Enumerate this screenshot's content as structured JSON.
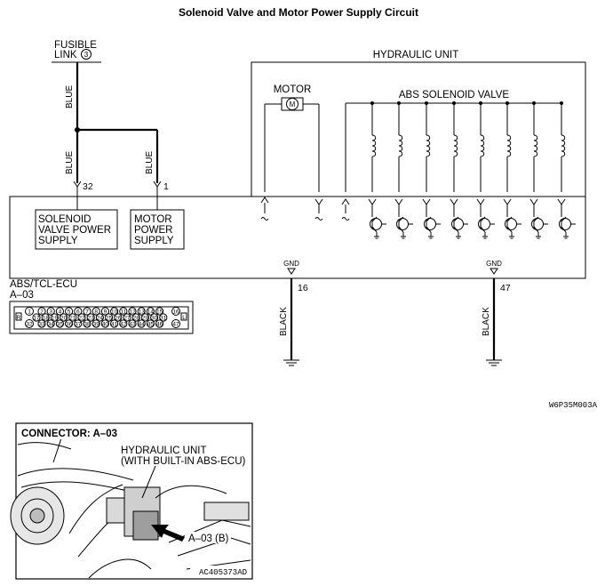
{
  "title": "Solenoid Valve and Motor Power Supply Circuit",
  "fusible_link": {
    "line1": "FUSIBLE",
    "line2": "LINK",
    "number": "3"
  },
  "wires": {
    "blue_top": "BLUE",
    "blue_left": "BLUE",
    "blue_right": "BLUE",
    "black_left": "BLACK",
    "black_right": "BLACK"
  },
  "pins": {
    "p32": "32",
    "p1": "1",
    "p16": "16",
    "p47": "47"
  },
  "hydraulic_unit": "HYDRAULIC UNIT",
  "motor": "MOTOR",
  "motor_symbol": "M",
  "abs_solenoid_valve": "ABS SOLENOID VALVE",
  "solenoid_supply": {
    "line1": "SOLENOID",
    "line2": "VALVE POWER",
    "line3": "SUPPLY"
  },
  "motor_supply": {
    "line1": "MOTOR",
    "line2": "POWER",
    "line3": "SUPPLY"
  },
  "gnd": {
    "left": "GND",
    "right": "GND"
  },
  "ecu": {
    "name": "ABS/TCL-ECU",
    "connector_id": "A–03"
  },
  "connector_face": {
    "left_box_label": "R",
    "right_box_label": "L",
    "pin_1": "1",
    "pin_32": "32",
    "pin_16": "16",
    "pin_47": "47",
    "row1": [
      "2",
      "3",
      "4",
      "5",
      "6",
      "7",
      "8",
      "9",
      "10",
      "11",
      "12",
      "13",
      "14",
      "15"
    ],
    "row2": [
      "17",
      "18",
      "19",
      "20",
      "21",
      "22",
      "23",
      "24",
      "25",
      "26",
      "27",
      "28",
      "29",
      "30",
      "31"
    ],
    "row3": [
      "33",
      "34",
      "35",
      "36",
      "37",
      "38",
      "39",
      "40",
      "41",
      "42",
      "43",
      "44",
      "45",
      "46"
    ]
  },
  "diagram_code": "W6P35M003A",
  "photo": {
    "connector_title": "CONNECTOR: A–03",
    "hydraulic_line1": "HYDRAULIC UNIT",
    "hydraulic_line2": "(WITH BUILT-IN ABS-ECU)",
    "callout": "A–03 (B)",
    "code": "AC405373AD"
  }
}
